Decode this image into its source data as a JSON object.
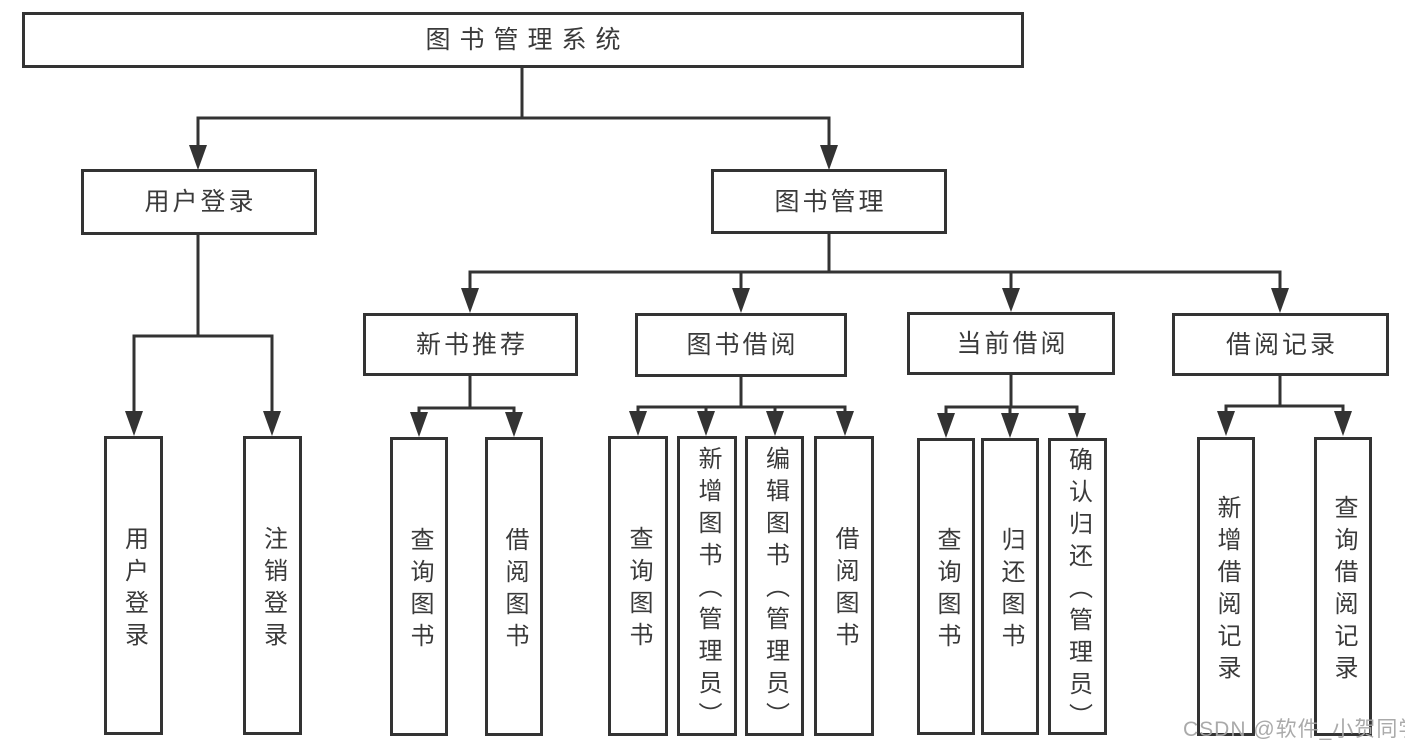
{
  "tree": {
    "label": "图书管理系统",
    "children": [
      {
        "label": "用户登录",
        "children": [
          {
            "label": "用户登录"
          },
          {
            "label": "注销登录"
          }
        ]
      },
      {
        "label": "图书管理",
        "children": [
          {
            "label": "新书推荐",
            "children": [
              {
                "label": "查询图书"
              },
              {
                "label": "借阅图书"
              }
            ]
          },
          {
            "label": "图书借阅",
            "children": [
              {
                "label": "查询图书"
              },
              {
                "label": "新增图书（管理员）"
              },
              {
                "label": "编辑图书（管理员）"
              },
              {
                "label": "借阅图书"
              }
            ]
          },
          {
            "label": "当前借阅",
            "children": [
              {
                "label": "查询图书"
              },
              {
                "label": "归还图书"
              },
              {
                "label": "确认归还（管理员）"
              }
            ]
          },
          {
            "label": "借阅记录",
            "children": [
              {
                "label": "新增借阅记录"
              },
              {
                "label": "查询借阅记录"
              }
            ]
          }
        ]
      }
    ]
  },
  "watermark": {
    "text": "CSDN @软件_小贺同学"
  },
  "colors": {
    "line": "#333333",
    "box_border": "#333333",
    "text": "#3a3a3a",
    "background": "#ffffff",
    "watermark": "#a5a5a5"
  }
}
